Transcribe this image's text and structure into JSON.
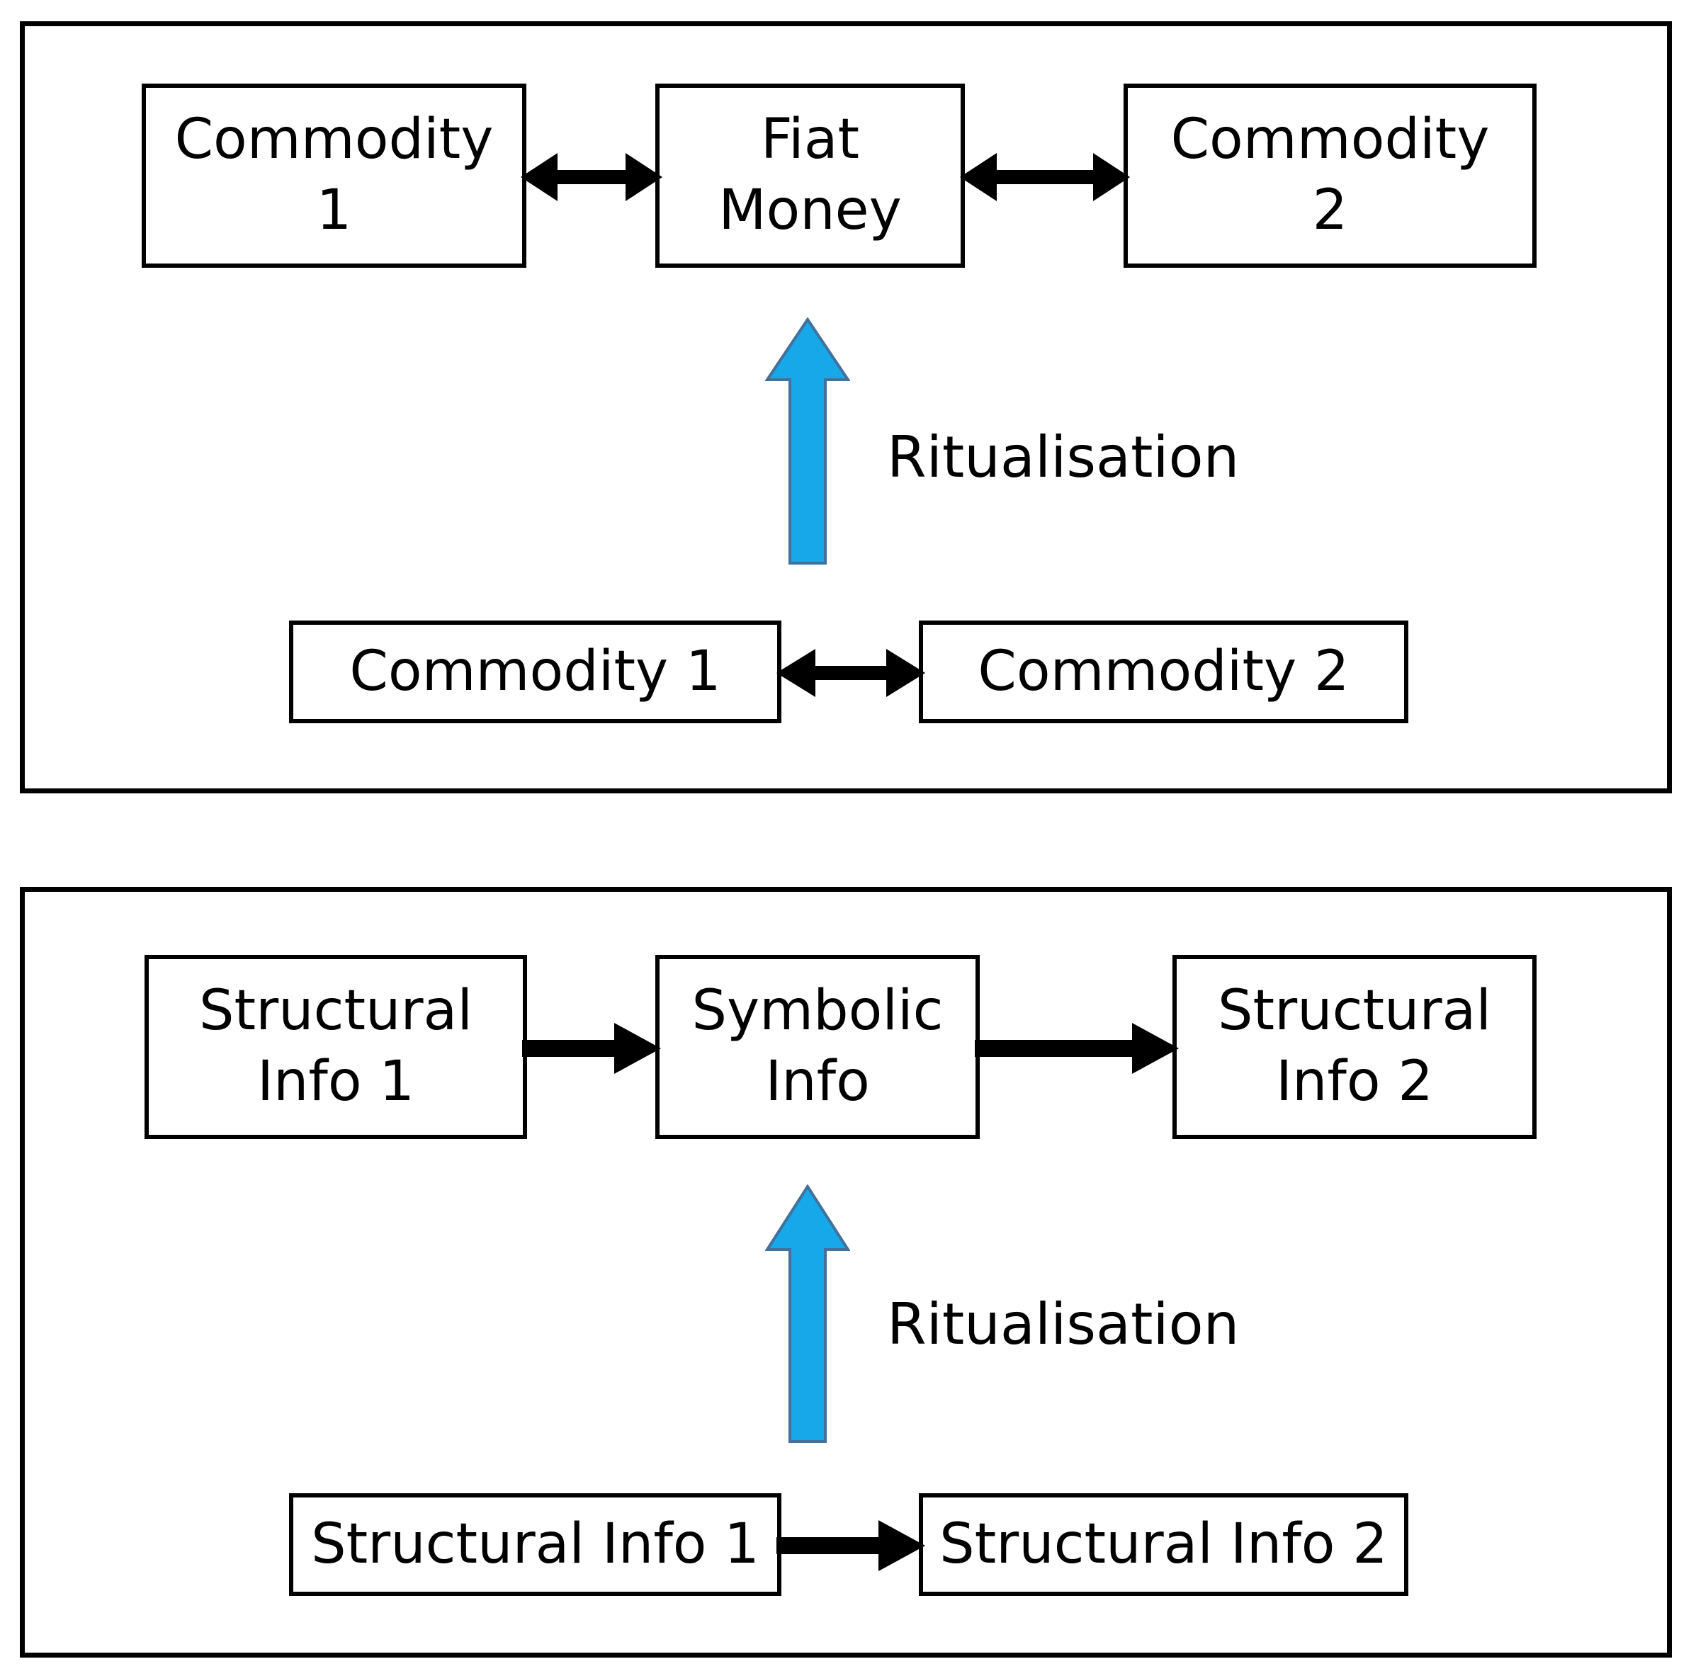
{
  "figure": {
    "background_color": "#ffffff",
    "line_color": "#000000",
    "accent_color": "#16a8e8",
    "accent_stroke_color": "#41719c"
  },
  "panels": [
    {
      "id": "panel-top",
      "name": "money-panel",
      "top_row": {
        "nodes": [
          {
            "id": "commodity-1-top",
            "label": "Commodity\n1"
          },
          {
            "id": "fiat-money",
            "label": "Fiat\nMoney"
          },
          {
            "id": "commodity-2-top",
            "label": "Commodity\n2"
          }
        ],
        "connectors": [
          {
            "id": "commodity-1-to-fiat",
            "type": "double-headed-arrow"
          },
          {
            "id": "fiat-to-commodity-2",
            "type": "double-headed-arrow"
          }
        ]
      },
      "bottom_row": {
        "nodes": [
          {
            "id": "commodity-1-bottom",
            "label": "Commodity 1"
          },
          {
            "id": "commodity-2-bottom",
            "label": "Commodity 2"
          }
        ],
        "connectors": [
          {
            "id": "commodity-1-to-commodity-2",
            "type": "double-headed-arrow"
          }
        ]
      },
      "ritualisation": {
        "label": "Ritualisation",
        "arrow_direction": "up",
        "arrow_color": "#16a8e8"
      }
    },
    {
      "id": "panel-bottom",
      "name": "information-panel",
      "top_row": {
        "nodes": [
          {
            "id": "structural-info-1-top",
            "label": "Structural\nInfo 1"
          },
          {
            "id": "symbolic-info",
            "label": "Symbolic\nInfo"
          },
          {
            "id": "structural-info-2-top",
            "label": "Structural\nInfo 2"
          }
        ],
        "connectors": [
          {
            "id": "structural-1-to-symbolic",
            "type": "single-headed-arrow"
          },
          {
            "id": "symbolic-to-structural-2",
            "type": "single-headed-arrow"
          }
        ]
      },
      "bottom_row": {
        "nodes": [
          {
            "id": "structural-info-1-bottom",
            "label": "Structural Info 1"
          },
          {
            "id": "structural-info-2-bottom",
            "label": "Structural Info 2"
          }
        ],
        "connectors": [
          {
            "id": "structural-1-to-structural-2",
            "type": "single-headed-arrow"
          }
        ]
      },
      "ritualisation": {
        "label": "Ritualisation",
        "arrow_direction": "up",
        "arrow_color": "#16a8e8"
      }
    }
  ]
}
